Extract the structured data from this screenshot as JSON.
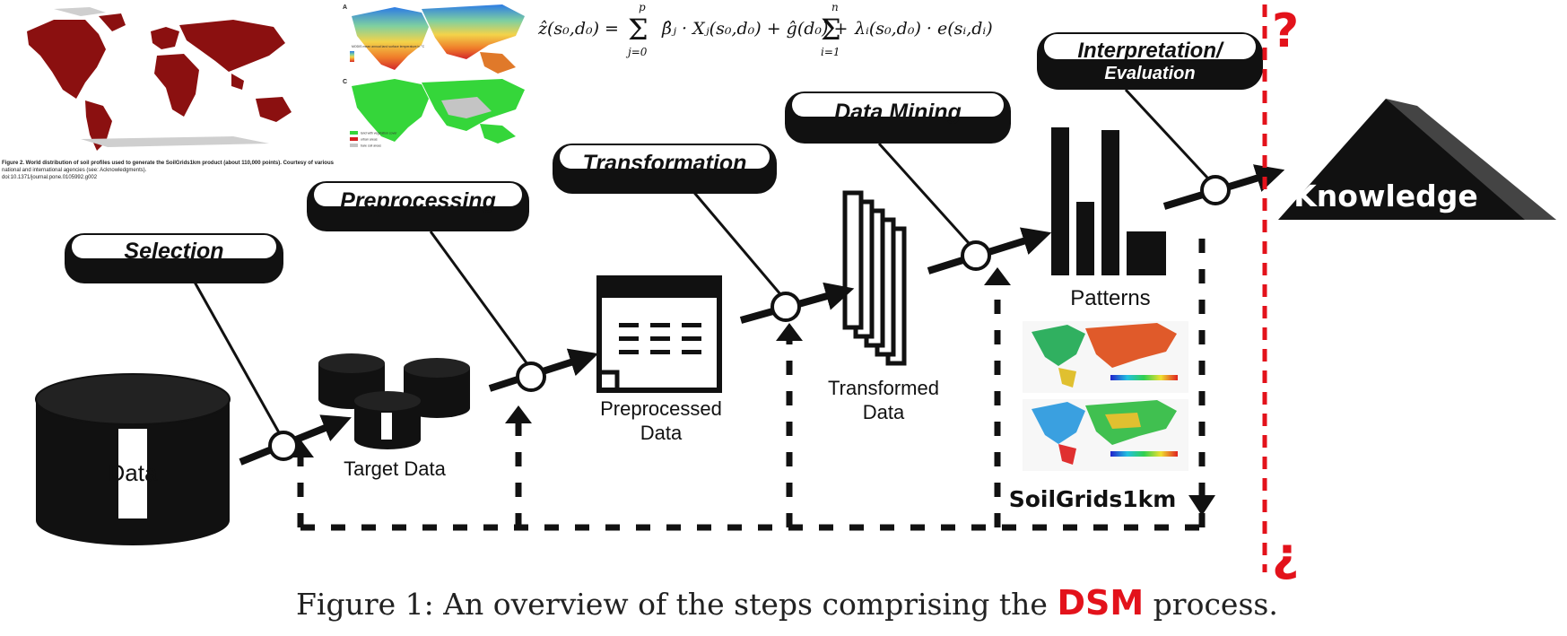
{
  "stages": {
    "selection": "Selection",
    "preprocessing": "Preprocessing",
    "transformation": "Transformation",
    "data_mining": "Data Mining",
    "interpretation_line1": "Interpretation/",
    "interpretation_line2": "Evaluation"
  },
  "nodes": {
    "data": "Data",
    "target_data": "Target Data",
    "preprocessed_line1": "Preprocessed",
    "preprocessed_line2": "Data",
    "transformed_line1": "Transformed",
    "transformed_line2": "Data",
    "patterns": "Patterns",
    "knowledge": "Knowledge",
    "soilgrids": "SoilGrids1km"
  },
  "marks": {
    "question": "?",
    "inverted_question": "¿"
  },
  "caption": {
    "prefix": "Figure 1:  An overview of the steps comprising the ",
    "highlight": "DSM",
    "suffix": " process."
  },
  "inset_world_map": {
    "caption_line1": "Figure 2. World distribution of soil profiles used to generate the SoilGrids1km product (about 110,000 points). Courtesy of various",
    "caption_line2": "national and international agencies (see: Acknowledgments).",
    "caption_line3": "doi:10.1371/journal.pone.0105992.g002"
  },
  "inset_covariates": {
    "panel_a": "A",
    "panel_c": "C",
    "legend_title": "MODIS mean annual land surface temperature in °C",
    "legend_veg": "land with vegetation cover",
    "legend_urban": "urban areas",
    "legend_bare": "bare soil areas"
  },
  "equation": {
    "lhs": "ẑ(s₀,d₀) =",
    "sum1": "Σ",
    "sum1_top": "p",
    "sum1_bottom": "j=0",
    "term1": "β̂ⱼ · Xⱼ(s₀,d₀) + ĝ(d₀) +",
    "sum2": "Σ",
    "sum2_top": "n",
    "sum2_bottom": "i=1",
    "term2": "λᵢ(s₀,d₀) · e(sᵢ,dᵢ)"
  },
  "colors": {
    "accent_red": "#e3121b",
    "ink": "#111111",
    "map_red": "#8b1010",
    "veg_green": "#35d63a",
    "bare_grey": "#c4c4c4"
  }
}
